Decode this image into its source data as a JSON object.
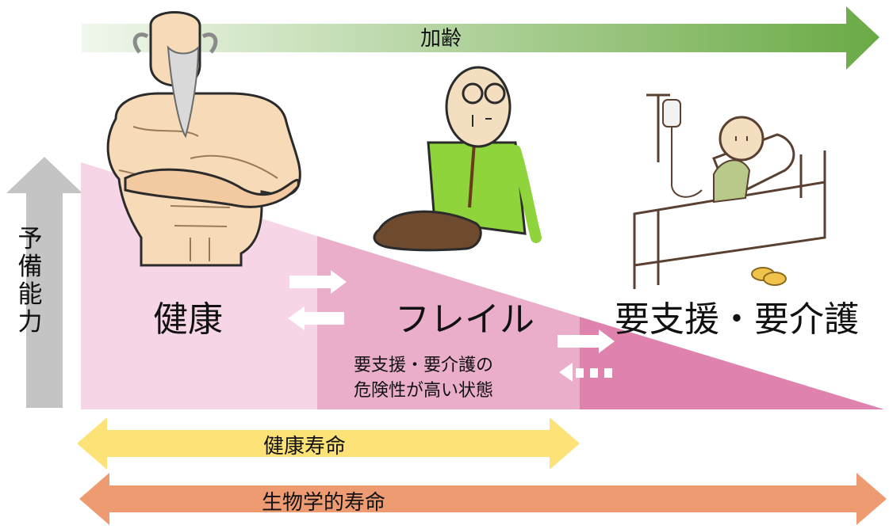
{
  "labels": {
    "aging": "加齢",
    "reserve_capacity": "予備能力",
    "healthy": "健康",
    "frailty": "フレイル",
    "care_needed": "要支援・要介護",
    "frailty_note_line1": "要支援・要介護の",
    "frailty_note_line2": "危険性が高い状態",
    "healthy_lifespan": "健康寿命",
    "biological_lifespan": "生物学的寿命"
  },
  "illustrations": [
    "muscular-elder-icon",
    "sitting-elder-icon",
    "bedridden-elder-icon"
  ],
  "colors": {
    "aging_arrow_start": "#f1f7ec",
    "aging_arrow_end": "#6aaa45",
    "reserve_arrow": "#c4c4c4",
    "zone_healthy": "#f6d6e6",
    "zone_frail": "#eaaecb",
    "zone_care": "#df82ae",
    "healthy_span_arrow": "#fde277",
    "bio_span_arrow": "#ef9b72",
    "transition_arrow": "#ffffff"
  }
}
